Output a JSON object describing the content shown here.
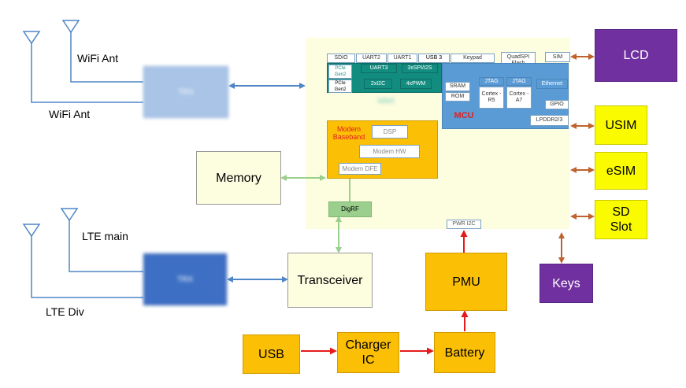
{
  "antennas": {
    "wifi_ant_1": "WiFi Ant",
    "wifi_ant_2": "WiFi Ant",
    "lte_main": "LTE main",
    "lte_div": "LTE Div"
  },
  "blocks": {
    "memory": "Memory",
    "transceiver": "Transceiver",
    "pmu": "PMU",
    "usb": "USB",
    "charger_line1": "Charger",
    "charger_line2": "IC",
    "battery": "Battery",
    "lcd": "LCD",
    "usim": "USIM",
    "esim": "eSIM",
    "sd_line1": "SD",
    "sd_line2": "Slot",
    "keys": "Keys"
  },
  "soc": {
    "interfaces": [
      "SDIO",
      "UART2",
      "UART1",
      "USB 3",
      "Keypad",
      "QuadSPI Flash",
      "SIM"
    ],
    "pcie_gen2_a": "PCIe Gen2",
    "pcie_gen2_b": "PCIe Gen2",
    "uart3": "UART3",
    "spi_i2s": "3xSPI/I2S",
    "i2c": "2xI2C",
    "pwm": "4xPWM",
    "sram": "SRAM",
    "rom": "ROM",
    "jtag_1": "JTAG",
    "jtag_2": "JTAG",
    "cortex_r5": "Cortex -R5",
    "cortex_a7": "Cortex -A7",
    "ethernet": "Ethernet",
    "gpio": "GPIO",
    "lpddr": "LPDDR2/3",
    "mcu": "MCU",
    "modem_baseband": "Modem Baseband",
    "dsp": "DSP",
    "modem_hw": "Modem HW",
    "modem_dfe": "Modem DFE",
    "digrf": "DigRF",
    "pwr_i2c": "PWR I2C"
  },
  "colors": {
    "blue_arrow": "#4f86c6",
    "green_arrow": "#9bcf8e",
    "red_arrow": "#e51a1a",
    "brown_arrow": "#c0622e",
    "antenna_line": "#4f86c6"
  }
}
